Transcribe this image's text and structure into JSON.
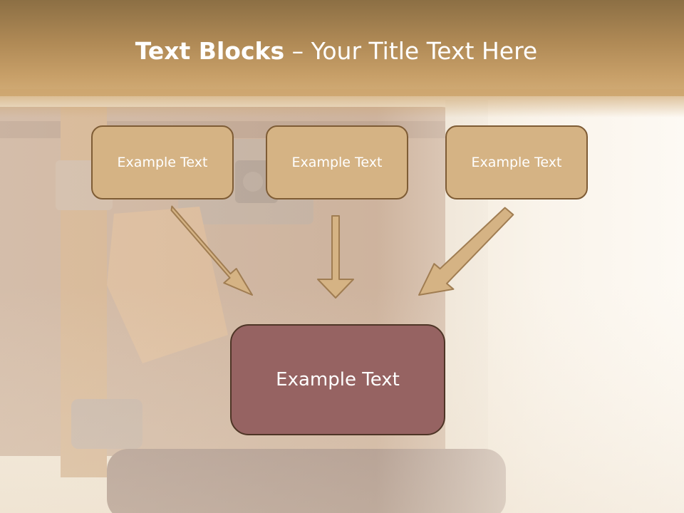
{
  "slide": {
    "title_bold": "Text Blocks",
    "title_dash": " – ",
    "title_rest": "Your Title Text Here"
  },
  "boxes": {
    "top_left": "Example Text",
    "top_center": "Example Text",
    "top_right": "Example Text",
    "main": "Example Text"
  },
  "colors": {
    "header": "#b08a56",
    "small_box_fill": "#d5b384",
    "small_box_border": "#7e5c35",
    "main_box_fill": "#966362",
    "main_box_border": "#4e3526",
    "arrow_fill": "#d5b384",
    "arrow_stroke": "#a07d52"
  }
}
